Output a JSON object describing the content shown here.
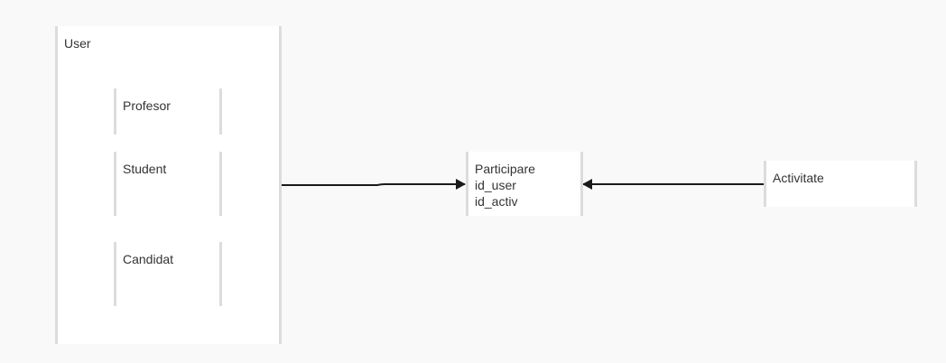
{
  "diagram": {
    "user": {
      "label": "User"
    },
    "profesor": {
      "label": "Profesor"
    },
    "student": {
      "label": "Student"
    },
    "candidat": {
      "label": "Candidat"
    },
    "participare": {
      "label": "Participare",
      "fields": [
        "id_user",
        "id_activ"
      ]
    },
    "activitate": {
      "label": "Activitate"
    }
  },
  "colors": {
    "background": "#f9f9fa",
    "node_fill": "#ffffff",
    "node_border": "#dcdcdc",
    "connector": "#1a1a1a",
    "text": "#333333"
  }
}
